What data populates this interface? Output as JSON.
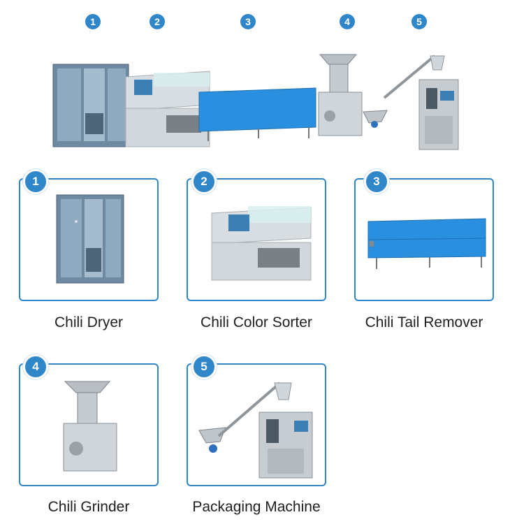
{
  "steps": [
    {
      "number": "1",
      "label": "Chili Dryer"
    },
    {
      "number": "2",
      "label": "Chili Color Sorter"
    },
    {
      "number": "3",
      "label": "Chili Tail Remover"
    },
    {
      "number": "4",
      "label": "Chili Grinder"
    },
    {
      "number": "5",
      "label": "Packaging Machine"
    }
  ],
  "colors": {
    "accent": "#2f86c8",
    "conveyor": "#2b8fe0",
    "steel": "#c9ced3"
  }
}
